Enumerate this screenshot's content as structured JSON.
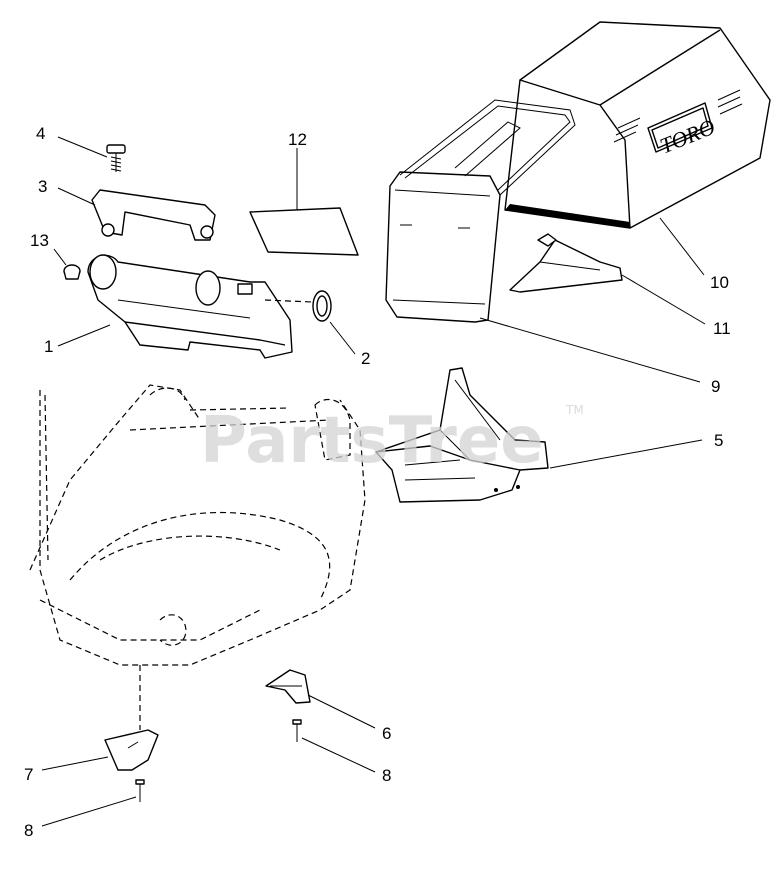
{
  "watermark": {
    "text": "PartsTree",
    "tm": "TM"
  },
  "brand_logo": "TORO",
  "callouts": {
    "c1": "1",
    "c2": "2",
    "c3": "3",
    "c4": "4",
    "c5": "5",
    "c6": "6",
    "c7": "7",
    "c8a": "8",
    "c8b": "8",
    "c9": "9",
    "c10": "10",
    "c11": "11",
    "c12": "12",
    "c13": "13"
  }
}
